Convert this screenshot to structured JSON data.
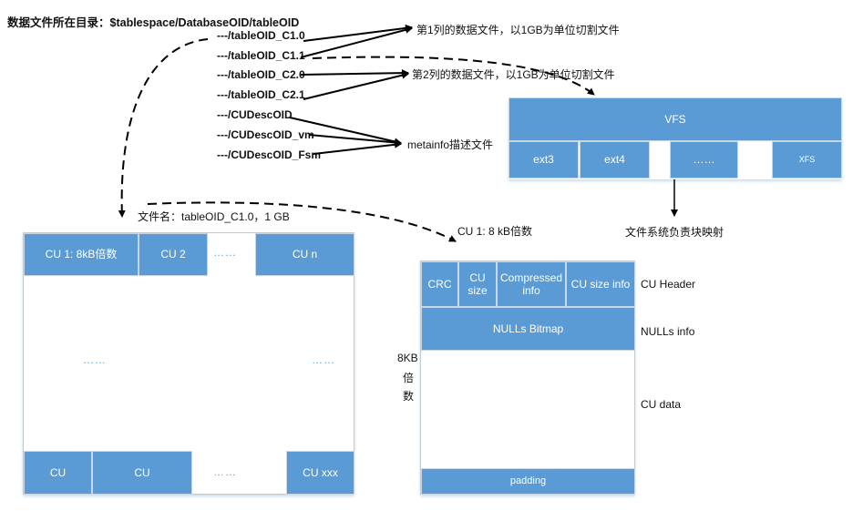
{
  "directory": {
    "label": "数据文件所在目录：$tablespace/DatabaseOID/tableOID",
    "files": [
      "---/tableOID_C1.0",
      "---/tableOID_C1.1",
      "---/tableOID_C2.0",
      "---/tableOID_C2.1",
      "---/CUDescOID",
      "---/CUDescOID_vm",
      "---/CUDescOID_Fsm"
    ]
  },
  "annotations": {
    "col1": "第1列的数据文件，以1GB为单位切割文件",
    "col2": "第2列的数据文件，以1GB为单位切割文件",
    "metainfo": "metainfo描述文件",
    "fs_mapping": "文件系统负责块映射",
    "file_name": "文件名：tableOID_C1.0，1 GB",
    "cu1_size": "CU 1: 8 kB倍数"
  },
  "vfs": {
    "title": "VFS",
    "filesystems": [
      "ext3",
      "ext4",
      "……",
      "XFS"
    ]
  },
  "file_block": {
    "top_row": [
      "CU 1: 8kB倍数",
      "CU 2",
      "……",
      "CU n"
    ],
    "middle_dots": [
      "……",
      "……"
    ],
    "bottom_row": [
      "CU",
      "CU",
      "……",
      "CU xxx"
    ]
  },
  "cu_block": {
    "header_cells": [
      "CRC",
      "CU size",
      "Compressed info",
      "CU size info"
    ],
    "nulls_bitmap": "NULLs Bitmap",
    "padding": "padding",
    "side_label": [
      "8KB",
      "倍",
      "数"
    ],
    "right_labels": {
      "header": "CU Header",
      "nulls": "NULLs info",
      "data": "CU data"
    }
  }
}
